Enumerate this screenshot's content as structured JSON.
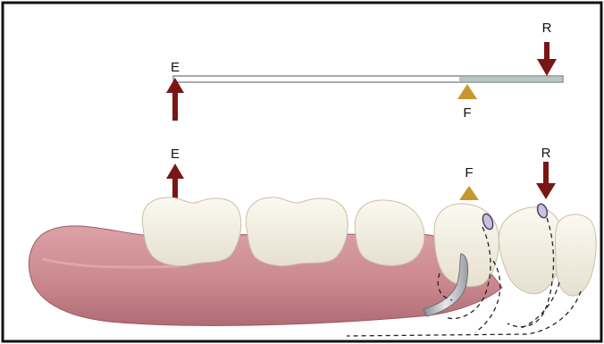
{
  "figure": {
    "lever": {
      "effort_label": "E",
      "fulcrum_label": "F",
      "resistance_label": "R"
    },
    "denture": {
      "effort_label": "E",
      "fulcrum_label": "F",
      "resistance_label": "R"
    }
  },
  "colors": {
    "frame": "#111111",
    "arrow": "#7a1616",
    "fulcrum": "#c8962e",
    "lever_bar": "#ffffff",
    "lever_shaded": "#b7c7c0",
    "gum": "#cf8f95",
    "tooth": "#f3efe3",
    "clasp": "#a7aab0"
  }
}
